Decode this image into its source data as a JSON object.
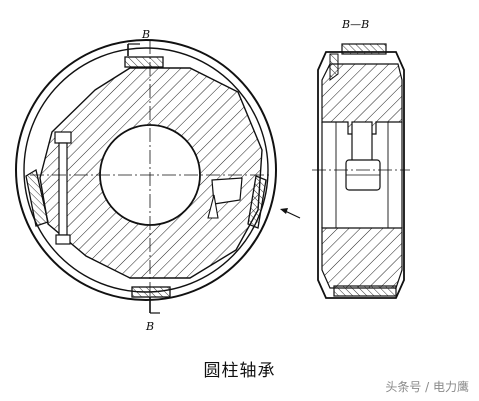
{
  "labels": {
    "section_top": "B",
    "section_bottom": "B",
    "section_view_title": "B—B"
  },
  "caption": "圆柱轴承",
  "watermark": "头条号 / 电力鹰"
}
